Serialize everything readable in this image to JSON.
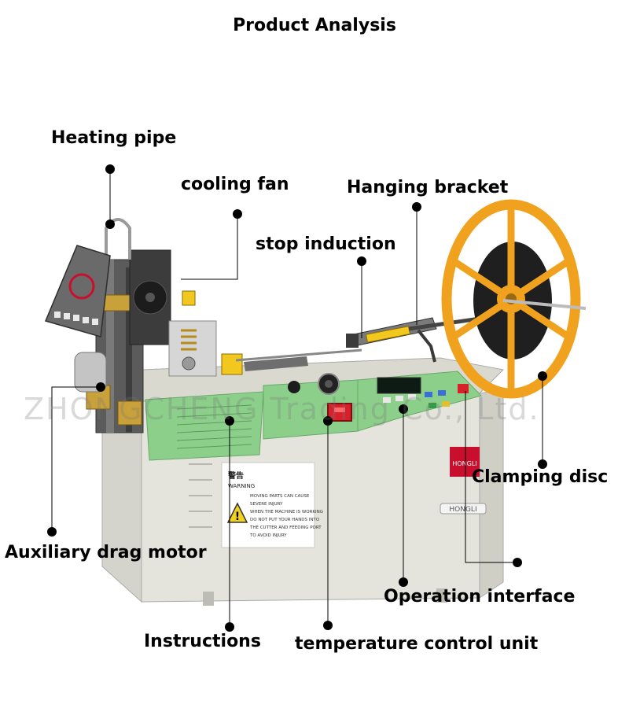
{
  "title": "Product Analysis",
  "watermark": "ZHONGCHENG Trading Co., Ltd.",
  "labels": {
    "heating_pipe": "Heating pipe",
    "cooling_fan": "cooling fan",
    "hanging_bracket": "Hanging bracket",
    "stop_induction": "stop induction",
    "clamping_disc": "Clamping disc",
    "auxiliary_drag_motor": "Auxiliary drag motor",
    "operation_interface": "Operation interface",
    "instructions": "Instructions",
    "temperature_control_unit": "temperature control unit"
  },
  "machine": {
    "brand": "HONGLI",
    "warning_cn": "警告",
    "warning_en": "WARNING",
    "warning_lines": [
      "MOVING PARTS CAN CAUSE",
      "SEVERE INJURY",
      "WHEN THE MACHINE IS WORKING",
      "DO NOT PUT YOUR HANDS INTO",
      "THE CUTTER AND FEEDING PORT",
      "TO AVOID INJURY"
    ]
  },
  "colors": {
    "reel": "#f0a21e",
    "panel_green": "#8ccf8a",
    "body": "#e4e4dc",
    "metal": "#5b5b5b",
    "switch_red": "#d8202a",
    "brass": "#c9a13a"
  }
}
